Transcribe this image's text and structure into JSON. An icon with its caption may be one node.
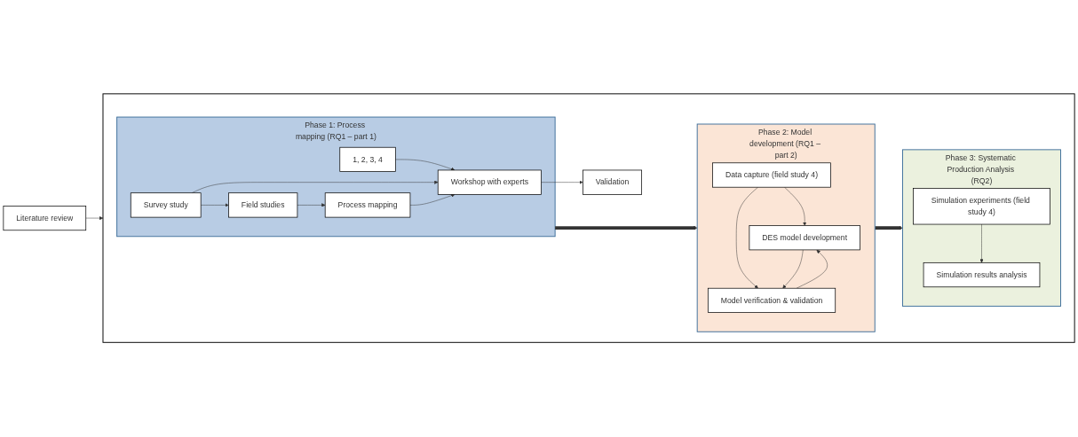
{
  "diagram": {
    "nodes": [
      {
        "text": [
          "Literature review"
        ]
      },
      {
        "text": [],
        "shape": "box"
      },
      {
        "text": [
          "Phase 1: Process mapping (RQ1 – part 1)"
        ],
        "in": 1
      },
      {
        "text": [
          "Survey study"
        ],
        "in": 2
      },
      {
        "text": [
          "Field studies"
        ],
        "in": 2
      },
      {
        "text": [
          "1, 2, 3, 4"
        ],
        "in": 2
      },
      {
        "text": [
          "Process mapping"
        ],
        "in": 2
      },
      {
        "text": [
          "Workshop with experts"
        ],
        "in": 2
      },
      {
        "text": [
          "Validation"
        ],
        "in": 1
      },
      {
        "text": [
          "Phase 2: Model development (RQ1 – part 2)"
        ],
        "in": 1
      },
      {
        "text": [
          "DES model development"
        ],
        "in": 9
      },
      {
        "text": [
          "Data capture (field study 4)"
        ],
        "in": 9
      },
      {
        "text": [
          "Model verification & validation"
        ],
        "in": 9
      },
      {
        "text": [
          "Phase 3: Systematic Production Analysis (RQ2)"
        ],
        "in": 1
      },
      {
        "text": [
          "Simulation experiments (field study 4)"
        ],
        "in": 13
      },
      {
        "text": [
          "Simulation results analysis"
        ],
        "in": 13
      }
    ],
    "edges": [
      {
        "from": 0,
        "to": 1,
        "arrow": "to"
      },
      {
        "from": 3,
        "to": 4,
        "arrow": "to"
      },
      {
        "from": 4,
        "to": 6,
        "arrow": "to"
      },
      {
        "from": 5,
        "to": 7,
        "arrow": "to"
      },
      {
        "from": 3,
        "to": 7,
        "arrow": "to"
      },
      {
        "from": 6,
        "to": 7,
        "arrow": "to"
      },
      {
        "from": 7,
        "to": 8,
        "arrow": "to"
      },
      {
        "from": 2,
        "to": 9,
        "arrow": "to",
        "style": "thick"
      },
      {
        "from": 9,
        "to": 13,
        "arrow": "to",
        "style": "thick"
      },
      {
        "from": 10,
        "to": 12,
        "arrow": "to"
      },
      {
        "from": 11,
        "to": 12,
        "arrow": "to"
      },
      {
        "from": 12,
        "to": 10,
        "arrow": "to"
      },
      {
        "from": 11,
        "to": 10,
        "arrow": "to"
      },
      {
        "from": 14,
        "to": 15,
        "arrow": "to"
      }
    ]
  }
}
